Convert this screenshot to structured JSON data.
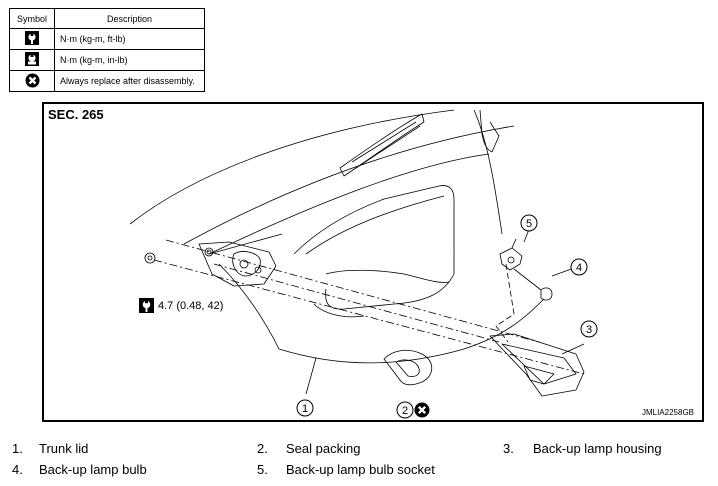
{
  "legend": {
    "header_symbol": "Symbol",
    "header_description": "Description",
    "rows": [
      {
        "icon": "torque-wrench-icon",
        "description": "N·m (kg-m, ft-lb)"
      },
      {
        "icon": "torque-wrench-inlb-icon",
        "description": "N·m (kg-m, in-lb)"
      },
      {
        "icon": "always-replace-icon",
        "description": "Always replace after disassembly."
      }
    ]
  },
  "figure": {
    "section": "SEC. 265",
    "code": "JMLIA2258GB",
    "torque": "4.7 (0.48, 42)",
    "callouts": [
      "1",
      "2",
      "3",
      "4",
      "5"
    ]
  },
  "parts": [
    {
      "num": "1.",
      "name": "Trunk lid"
    },
    {
      "num": "2.",
      "name": "Seal packing"
    },
    {
      "num": "3.",
      "name": "Back-up lamp housing"
    },
    {
      "num": "4.",
      "name": "Back-up lamp bulb"
    },
    {
      "num": "5.",
      "name": "Back-up lamp bulb socket"
    }
  ]
}
